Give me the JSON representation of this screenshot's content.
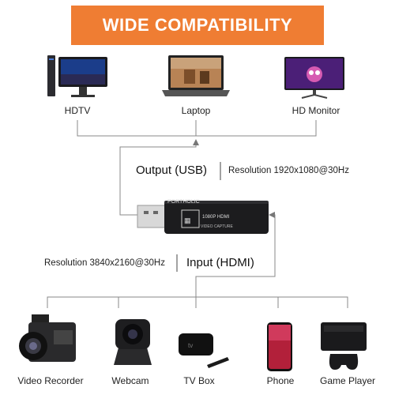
{
  "banner": {
    "title": "WIDE COMPATIBILITY",
    "color": "#ef7d33"
  },
  "top_devices": [
    {
      "label": "HDTV",
      "icon": "desktop-pc-icon"
    },
    {
      "label": "Laptop",
      "icon": "laptop-icon"
    },
    {
      "label": "HD Monitor",
      "icon": "monitor-icon"
    }
  ],
  "output": {
    "label": "Output (USB)",
    "resolution": "Resolution 1920x1080@30Hz"
  },
  "input": {
    "label": "Input (HDMI)",
    "resolution": "Resolution 3840x2160@30Hz"
  },
  "dongle": {
    "brand": "PORTHOLIC",
    "spec": "1080P HDMI",
    "caption": "VIDEO CAPTURE"
  },
  "bottom_devices": [
    {
      "label": "Video Recorder",
      "icon": "camcorder-icon"
    },
    {
      "label": "Webcam",
      "icon": "webcam-icon"
    },
    {
      "label": "TV Box",
      "icon": "tv-box-icon"
    },
    {
      "label": "Phone",
      "icon": "phone-icon"
    },
    {
      "label": "Game Player",
      "icon": "game-console-icon"
    }
  ]
}
